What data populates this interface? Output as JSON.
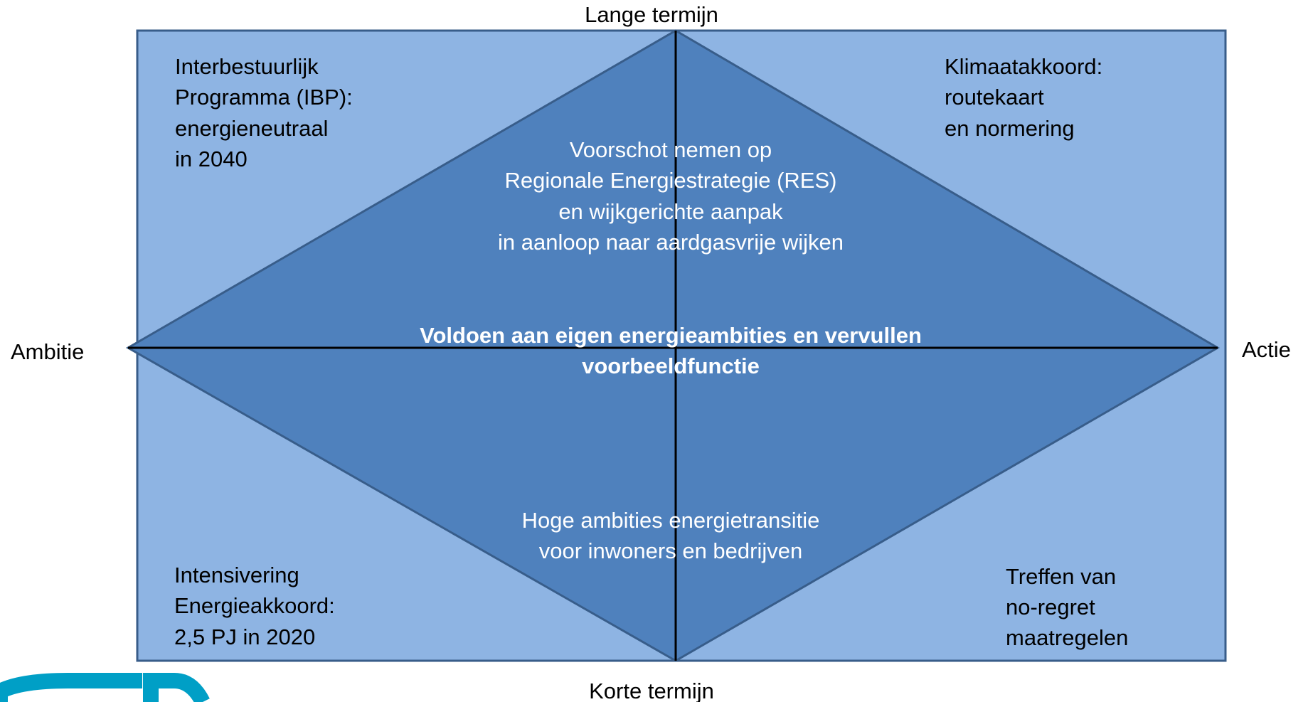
{
  "axes": {
    "top": "Lange termijn",
    "bottom": "Korte termijn",
    "left": "Ambitie",
    "right": "Actie"
  },
  "quadrants": {
    "top_left": [
      "Interbestuurlijk",
      "Programma (IBP):",
      "energieneutraal",
      "in 2040"
    ],
    "top_right": [
      "Klimaatakkoord:",
      "routekaart",
      "en normering"
    ],
    "bottom_left": [
      "Intensivering",
      "Energieakkoord:",
      "2,5 PJ in 2020"
    ],
    "bottom_right": [
      "Treffen van",
      "no-regret",
      "maatregelen"
    ]
  },
  "diamond": {
    "top": [
      "Voorschot nemen op",
      "Regionale Energiestrategie (RES)",
      "en wijkgerichte aanpak",
      "in aanloop naar aardgasvrije wijken"
    ],
    "center": [
      "Voldoen aan eigen energieambities en vervullen",
      "voorbeeldfunctie"
    ],
    "bottom": [
      "Hoge ambities energietransitie",
      "voor inwoners en bedrijven"
    ]
  },
  "colors": {
    "outer_fill": "#8eb4e3",
    "diamond_fill": "#4f81bd",
    "border": "#385d8a",
    "logo": "#009fc6"
  }
}
